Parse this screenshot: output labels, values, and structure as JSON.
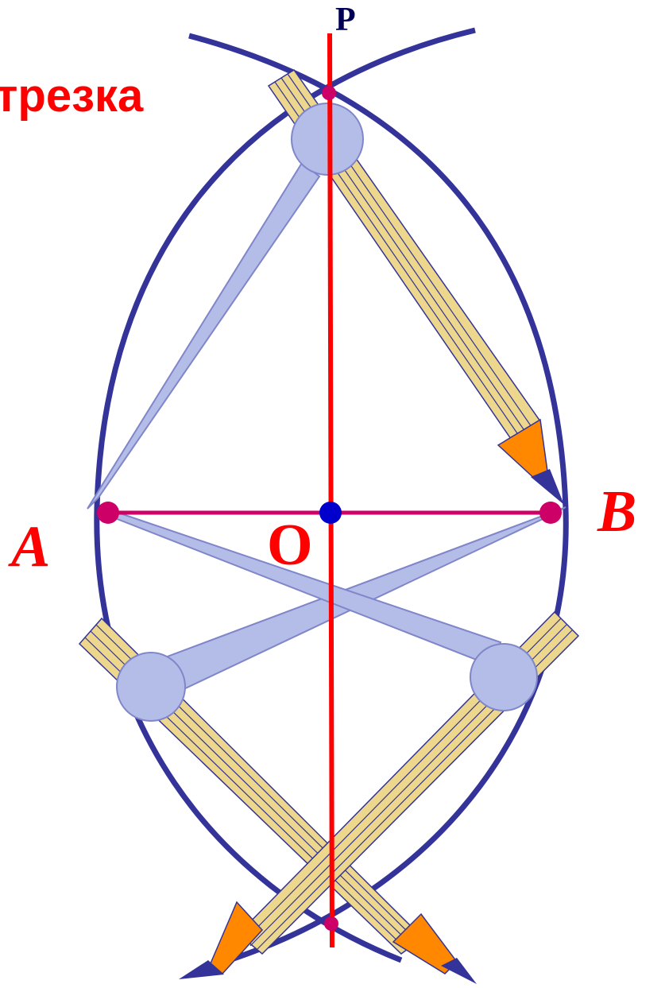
{
  "title_fragment": "трезка",
  "labels": {
    "P": "P",
    "A": "A",
    "B": "B",
    "O": "O"
  },
  "colors": {
    "arc": "#333399",
    "segment": "#cc0066",
    "perpendicular": "#ff0000",
    "endpoint": "#cc0066",
    "midpoint": "#0000cc",
    "compass_leg": "#b4bce8",
    "compass_leg_edge": "#7f86c9",
    "pencil_body": "#ecd78c",
    "pencil_tip": "#ff8800",
    "pencil_lead": "#333399",
    "label_red": "#ff0000",
    "label_navy": "#000055"
  },
  "icons": [
    "compass-icon",
    "pencil-icon"
  ]
}
